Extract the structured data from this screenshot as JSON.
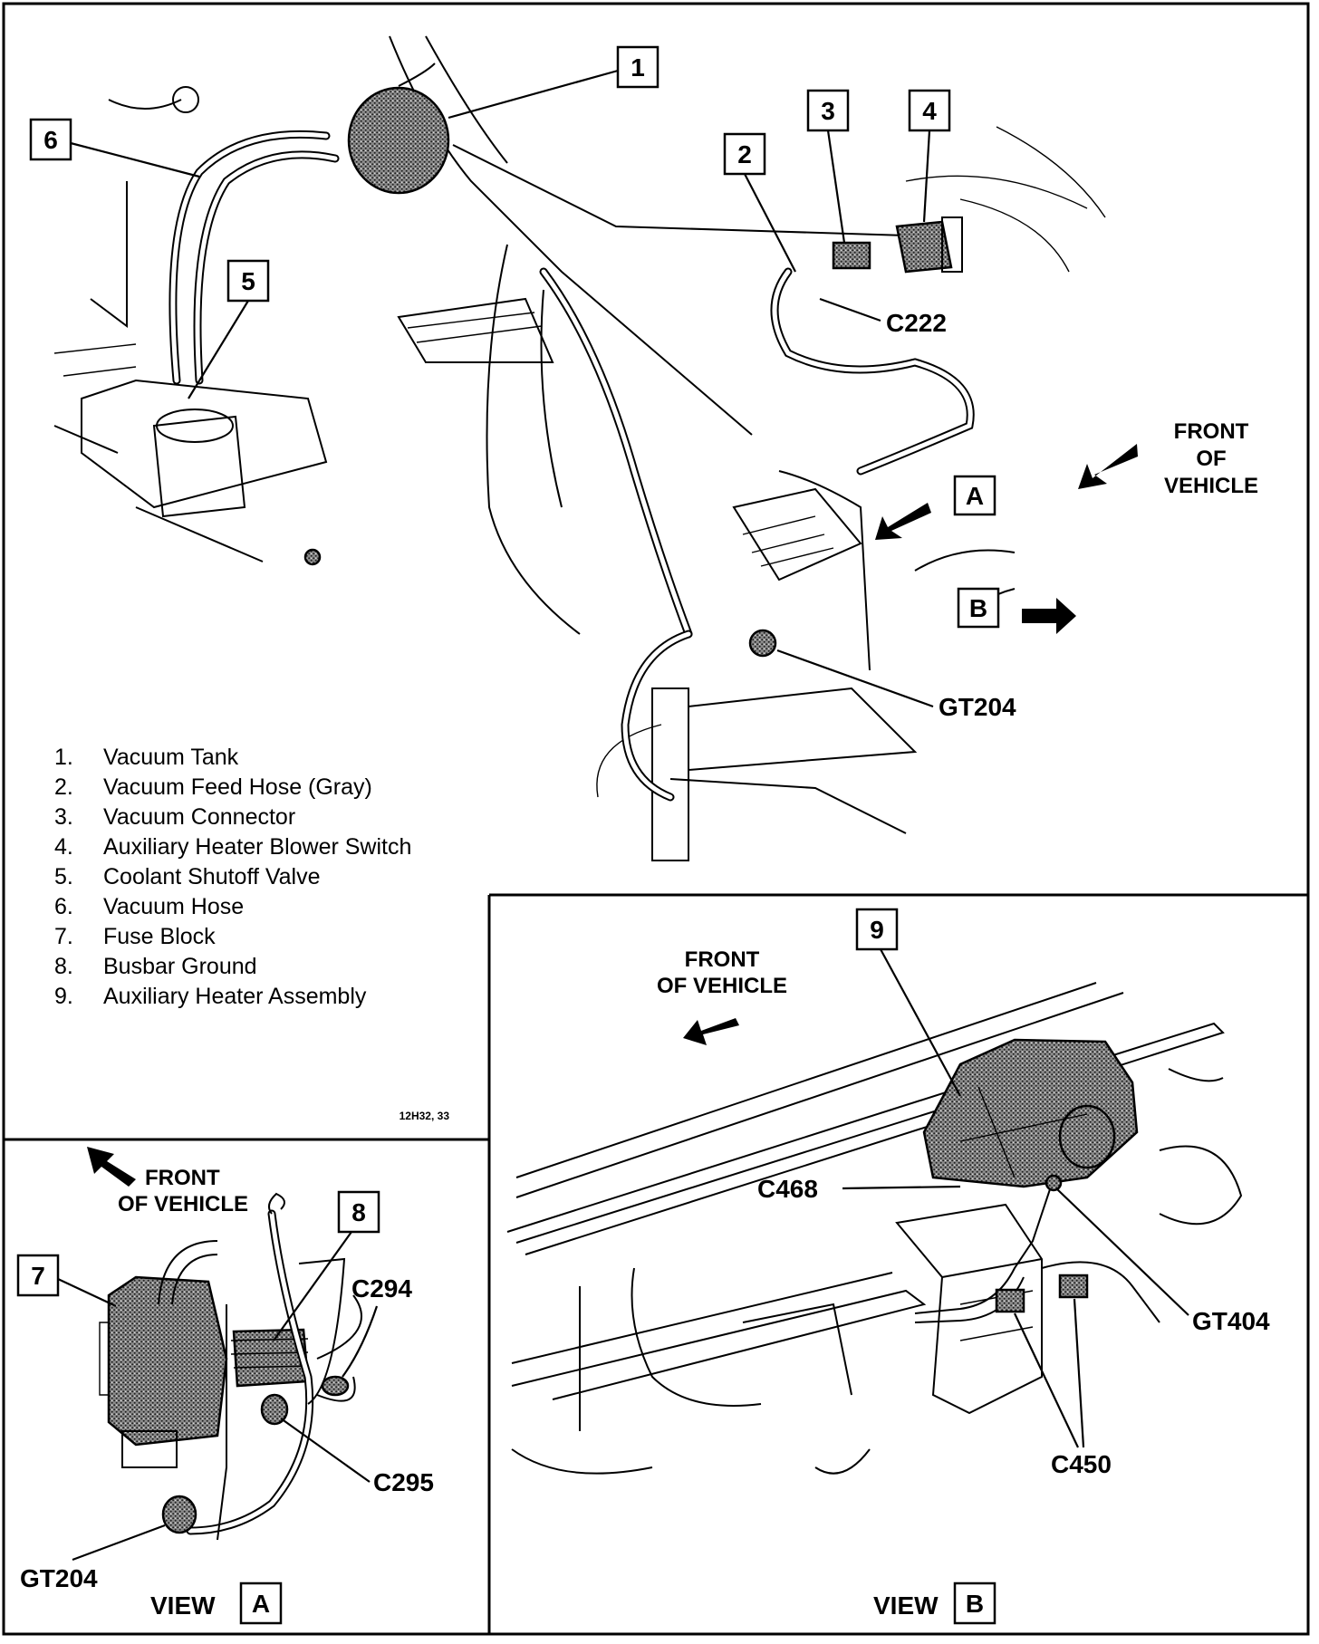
{
  "figure": {
    "code": "12H32, 33",
    "legend": [
      {
        "num": "1.",
        "label": "Vacuum Tank"
      },
      {
        "num": "2.",
        "label": "Vacuum Feed Hose (Gray)"
      },
      {
        "num": "3.",
        "label": "Vacuum Connector"
      },
      {
        "num": "4.",
        "label": "Auxiliary Heater Blower Switch"
      },
      {
        "num": "5.",
        "label": "Coolant Shutoff Valve"
      },
      {
        "num": "6.",
        "label": "Vacuum Hose"
      },
      {
        "num": "7.",
        "label": "Fuse Block"
      },
      {
        "num": "8.",
        "label": "Busbar Ground"
      },
      {
        "num": "9.",
        "label": "Auxiliary Heater Assembly"
      }
    ]
  },
  "main_view": {
    "callouts": [
      "1",
      "2",
      "3",
      "4",
      "5",
      "6"
    ],
    "connectors": [
      "C222",
      "GT204"
    ],
    "front_note": [
      "FRONT",
      "OF",
      "VEHICLE"
    ],
    "view_refs": [
      "A",
      "B"
    ]
  },
  "view_a": {
    "front_note": [
      "FRONT",
      "OF VEHICLE"
    ],
    "callouts": [
      "7",
      "8"
    ],
    "connectors": [
      "C294",
      "C295",
      "GT204"
    ],
    "title_word": "VIEW",
    "title_letter": "A"
  },
  "view_b": {
    "front_note": [
      "FRONT",
      "OF VEHICLE"
    ],
    "callouts": [
      "9"
    ],
    "connectors": [
      "C468",
      "GT404",
      "C450"
    ],
    "title_word": "VIEW",
    "title_letter": "B"
  }
}
